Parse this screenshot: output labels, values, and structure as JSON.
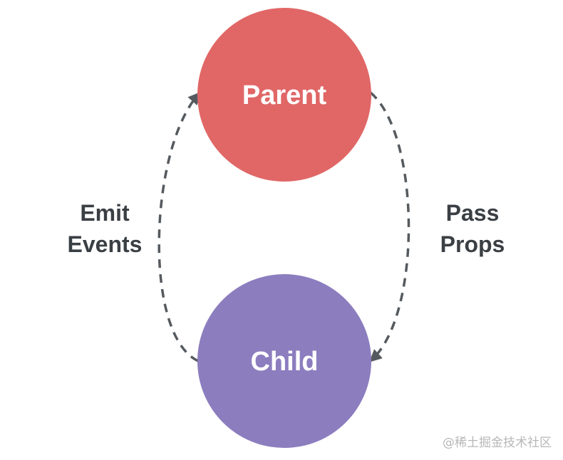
{
  "nodes": {
    "parent": {
      "label": "Parent",
      "color": "#e06766"
    },
    "child": {
      "label": "Child",
      "color": "#8c7dbf"
    }
  },
  "edges": {
    "emit": {
      "line1": "Emit",
      "line2": "Events"
    },
    "pass": {
      "line1": "Pass",
      "line2": "Props"
    },
    "stroke_color": "#555a5f"
  },
  "watermark": "@稀土掘金技术社区"
}
